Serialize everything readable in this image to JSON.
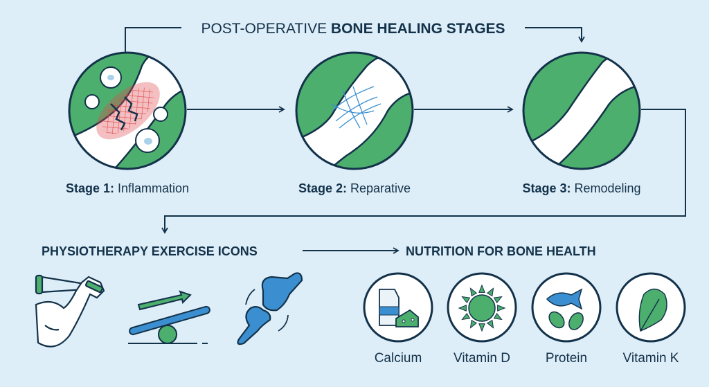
{
  "title": {
    "prefix": "POST-OPERATIVE ",
    "bold": "BONE HEALING STAGES"
  },
  "stages": [
    {
      "number": "Stage 1:",
      "name": " Inflammation"
    },
    {
      "number": "Stage 2:",
      "name": " Reparative"
    },
    {
      "number": "Stage 3:",
      "name": " Remodeling"
    }
  ],
  "physio": {
    "heading": "PHYSIOTHERAPY EXERCISE ICONS",
    "icons": [
      "resistance-band",
      "balance-board",
      "joint-mobility"
    ]
  },
  "nutrition": {
    "heading": "NUTRITION FOR BONE HEALTH",
    "items": [
      {
        "label": "Calcium",
        "icon": "milk-cheese"
      },
      {
        "label": "Vitamin D",
        "icon": "sun"
      },
      {
        "label": "Protein",
        "icon": "fish-beans"
      },
      {
        "label": "Vitamin K",
        "icon": "leafy-greens"
      }
    ]
  },
  "colors": {
    "background": "#deeef8",
    "navy": "#13324a",
    "green": "#4caf6e",
    "blue": "#3b8fd0",
    "red": "#e0474c"
  }
}
